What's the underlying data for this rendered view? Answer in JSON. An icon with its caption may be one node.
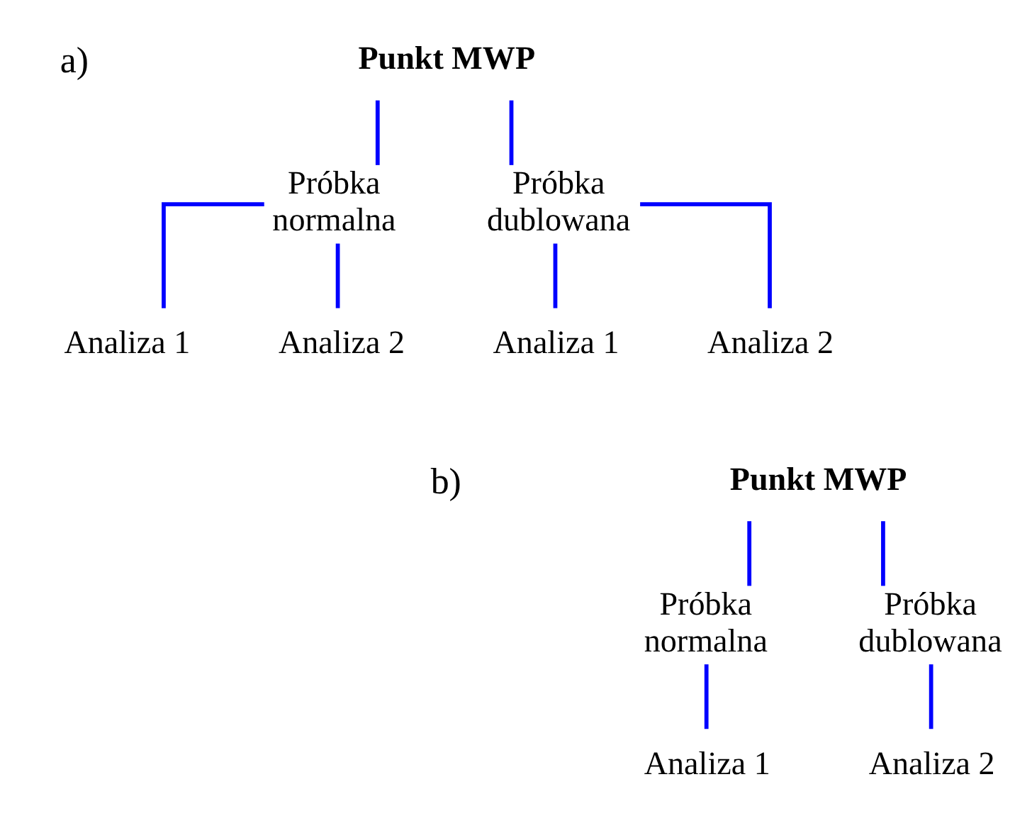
{
  "diagram": {
    "nodes": [
      {
        "text": [
          "Punkt MWP"
        ]
      },
      {
        "text": [
          "Próbka normalna"
        ]
      },
      {
        "text": [
          "Próbka dublowana"
        ]
      },
      {
        "text": [
          "Analiza 1"
        ]
      },
      {
        "text": [
          "Analiza 2"
        ]
      },
      {
        "text": [
          "Analiza 1"
        ]
      },
      {
        "text": [
          "Analiza 2"
        ]
      },
      {
        "text": [
          "Punkt MWP"
        ]
      },
      {
        "text": [
          "Próbka normalna"
        ]
      },
      {
        "text": [
          "Próbka dublowana"
        ]
      },
      {
        "text": [
          "Analiza 1"
        ]
      },
      {
        "text": [
          "Analiza 2"
        ]
      }
    ],
    "edges": [
      {
        "from": 0,
        "to": 1,
        "arrow": "none"
      },
      {
        "from": 0,
        "to": 2,
        "arrow": "none"
      },
      {
        "from": 1,
        "to": 3,
        "arrow": "none"
      },
      {
        "from": 1,
        "to": 4,
        "arrow": "none"
      },
      {
        "from": 2,
        "to": 5,
        "arrow": "none"
      },
      {
        "from": 2,
        "to": 6,
        "arrow": "none"
      },
      {
        "from": 7,
        "to": 8,
        "arrow": "none"
      },
      {
        "from": 7,
        "to": 9,
        "arrow": "none"
      },
      {
        "from": 8,
        "to": 10,
        "arrow": "none"
      },
      {
        "from": 9,
        "to": 11,
        "arrow": "none"
      }
    ],
    "labels": [
      "a)",
      "b)"
    ]
  }
}
